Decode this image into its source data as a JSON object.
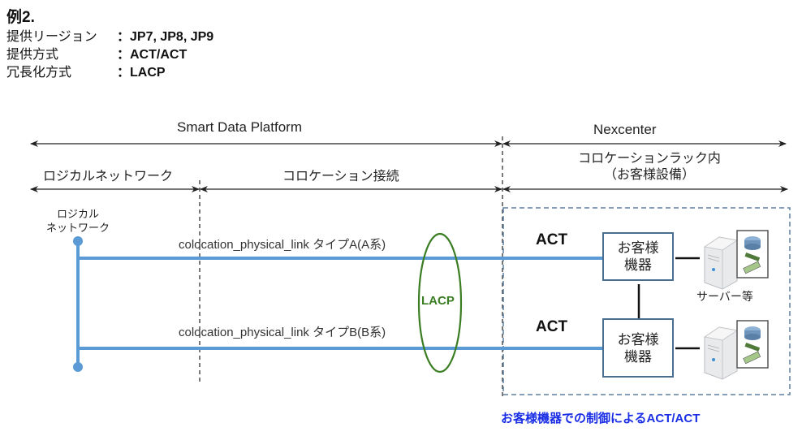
{
  "header": {
    "title": "例2.",
    "rows": [
      {
        "key": "提供リージョン",
        "value": "：JP7, JP8, JP9"
      },
      {
        "key": "提供方式",
        "value": "：ACT/ACT"
      },
      {
        "key": "冗長化方式",
        "value": "：LACP"
      }
    ]
  },
  "spans": {
    "smart_data_platform": "Smart Data Platform",
    "nexcenter": "Nexcenter",
    "logical_network": "ロジカルネットワーク",
    "colocation_connection": "コロケーション接続",
    "rack_line1": "コロケーションラック内",
    "rack_line2": "（お客様設備）"
  },
  "nodes": {
    "logical_network_line1": "ロジカル",
    "logical_network_line2": "ネットワーク"
  },
  "links": [
    {
      "label": "colocation_physical_link タイプA(A系)",
      "mode": "ACT"
    },
    {
      "label": "colocation_physical_link タイプB(B系)",
      "mode": "ACT"
    }
  ],
  "lacp_label": "LACP",
  "devices": [
    {
      "line1": "お客様",
      "line2": "機器"
    },
    {
      "line1": "お客様",
      "line2": "機器"
    }
  ],
  "server_label": "サーバー等",
  "footer_note": "お客様機器での制御によるACT/ACT",
  "colors": {
    "link_blue": "#5b9bd5",
    "lacp_green": "#3a7d22",
    "note_blue": "#1a2ee6",
    "box_border": "#4a6e92"
  }
}
